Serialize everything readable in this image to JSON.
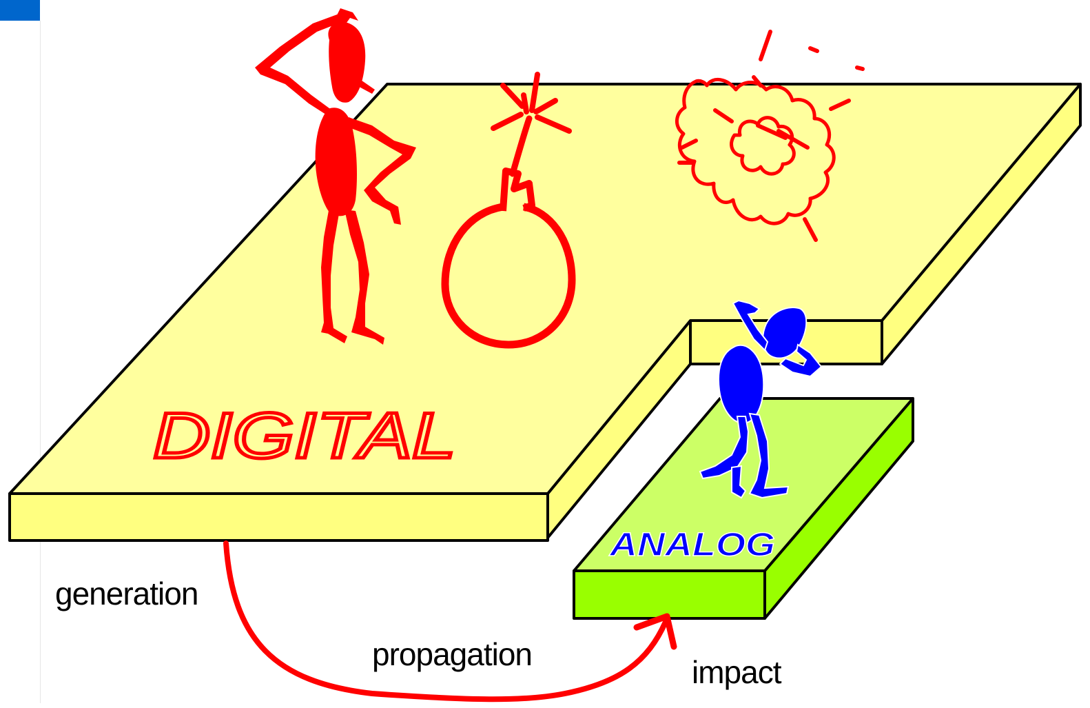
{
  "labels": {
    "digital": "DIGITAL",
    "analog": "ANALOG",
    "generation": "generation",
    "propagation": "propagation",
    "impact": "impact"
  },
  "colors": {
    "digital_top": "#FFFF9E",
    "digital_side": "#FFFF80",
    "analog_top": "#CCFF66",
    "analog_side": "#99FF00",
    "digital_text": "#FF0000",
    "analog_text": "#0000FF",
    "arrow": "#FF0000",
    "figure_red": "#FF0000",
    "figure_blue": "#0000FF",
    "corner_mark": "#0066CC"
  },
  "figures": [
    "thinking-red-person-icon",
    "bomb-icon",
    "explosion-icon",
    "worried-blue-person-icon"
  ]
}
